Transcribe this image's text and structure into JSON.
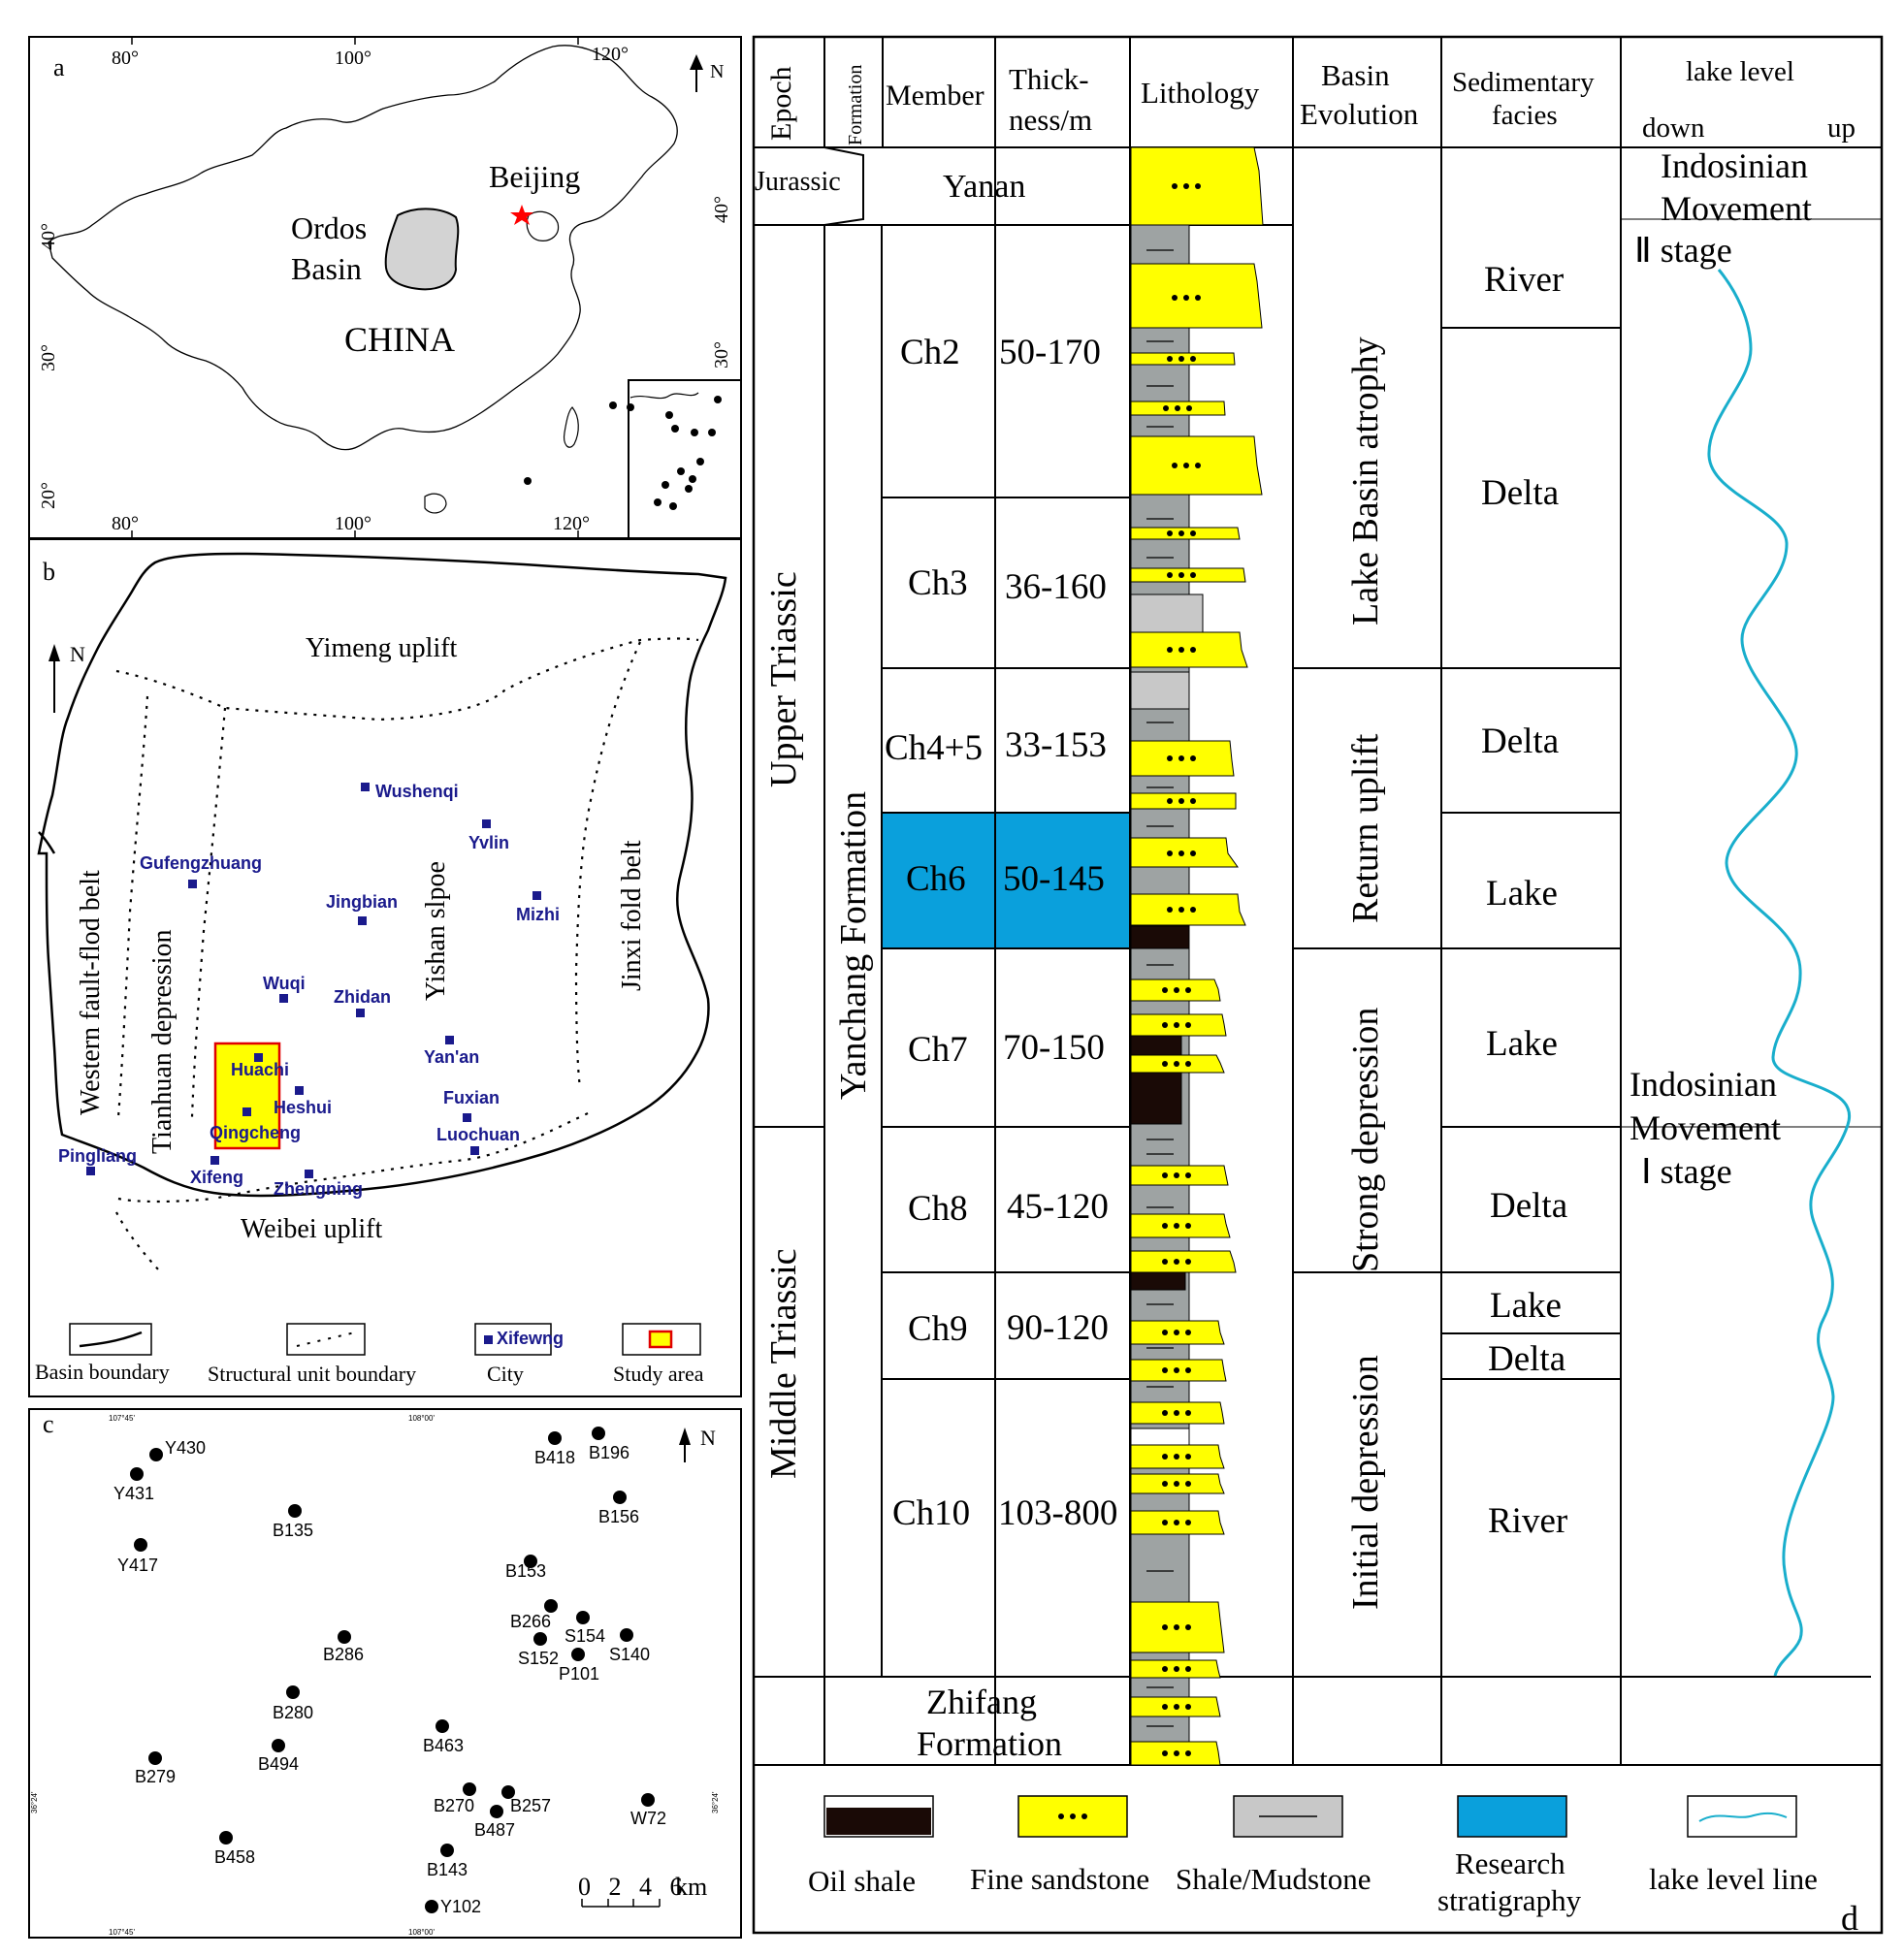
{
  "colors": {
    "sand": "#ffff00",
    "shale": "#9ea3a3",
    "shale_light": "#c8c8c8",
    "oil": "#1a0a06",
    "research": "#0aa0dc",
    "lake": "#19aecc",
    "city": "#1a1a8c",
    "star": "#ff0000"
  },
  "panel_a": {
    "letter": "a",
    "lon_labels_top": [
      "80°",
      "100°",
      "120°"
    ],
    "lon_labels_bottom": [
      "80°",
      "100°",
      "120°"
    ],
    "lat_labels_left": [
      "40°",
      "30°",
      "20°"
    ],
    "lat_labels_right": [
      "40°",
      "30°"
    ],
    "north": "N",
    "basin_name_line1": "Ordos",
    "basin_name_line2": "Basin",
    "capital": "Beijing",
    "country": "CHINA"
  },
  "panel_b": {
    "letter": "b",
    "north": "N",
    "units": {
      "yimeng": "Yimeng uplift",
      "weibei": "Weibei uplift",
      "western": "Western fault-flod belt",
      "tianhuan": "Tianhuan depression",
      "yishan": "Yishan slpoe",
      "jinxi": "Jinxi fold belt"
    },
    "cities": [
      "Wushenqi",
      "Yvlin",
      "Gufengzhuang",
      "Jingbian",
      "Mizhi",
      "Wuqi",
      "Zhidan",
      "Yan'an",
      "Huachi",
      "Heshui",
      "Qingcheng",
      "Fuxian",
      "Luochuan",
      "Pingliang",
      "Xifeng",
      "Zhengning"
    ],
    "legend": {
      "basin": "Basin boundary",
      "struct": "Structural unit boundary",
      "city": "City",
      "city_sample": "Xifewng",
      "study": "Study area"
    }
  },
  "panel_c": {
    "letter": "c",
    "north": "N",
    "wells": [
      "Y430",
      "Y431",
      "Y417",
      "B135",
      "B418",
      "B196",
      "B156",
      "B153",
      "B266",
      "S154",
      "S140",
      "S152",
      "P101",
      "B286",
      "B280",
      "B494",
      "B279",
      "B463",
      "B270",
      "B257",
      "B487",
      "W72",
      "B458",
      "B143",
      "Y102"
    ],
    "coords": {
      "top_left": "107°45'",
      "top_right": "108°00'",
      "bottom_left": "107°45'",
      "bottom_right": "108°00'",
      "right_mid": "36°24'",
      "left_mid": "36°24'"
    },
    "scale_numbers": "0 2 4 6",
    "scale_unit": "km"
  },
  "panel_d": {
    "letter": "d",
    "headers": {
      "epoch": "Epoch",
      "formation": "Formation",
      "member": "Member",
      "thick1": "Thick-",
      "thick2": "ness/m",
      "lithology": "Lithology",
      "basin1": "Basin",
      "basin2": "Evolution",
      "facies1": "Sedimentary",
      "facies2": "facies",
      "lake1": "lake  level",
      "lake_down": "down",
      "lake_up": "up"
    },
    "epochs": {
      "jurassic": "Jurassic",
      "upper": "Upper Triassic",
      "middle": "Middle Triassic"
    },
    "formations": {
      "yanan": "Yanan",
      "yanchang": "Yanchang  Formation",
      "zhifang1": "Zhifang",
      "zhifang2": "Formation"
    },
    "members": [
      {
        "name": "Ch2",
        "thickness": "50-170"
      },
      {
        "name": "Ch3",
        "thickness": "36-160"
      },
      {
        "name": "Ch4+5",
        "thickness": "33-153"
      },
      {
        "name": "Ch6",
        "thickness": "50-145"
      },
      {
        "name": "Ch7",
        "thickness": "70-150"
      },
      {
        "name": "Ch8",
        "thickness": "45-120"
      },
      {
        "name": "Ch9",
        "thickness": "90-120"
      },
      {
        "name": "Ch10",
        "thickness": "103-800"
      }
    ],
    "basin_evolution": [
      "Lake Basin atrophy",
      "Return uplift",
      "Strong depression",
      "Initial depression"
    ],
    "facies": [
      "River",
      "Delta",
      "Delta",
      "Lake",
      "Lake",
      "Delta",
      "Lake",
      "Delta",
      "River"
    ],
    "movement2": {
      "l1": "Indosinian",
      "l2": "Movement",
      "l3": "Ⅱ  stage"
    },
    "movement1": {
      "l1": "Indosinian",
      "l2": "Movement",
      "l3": "Ⅰ  stage"
    },
    "legend": {
      "oil": "Oil shale",
      "sand": "Fine sandstone",
      "shale": "Shale/Mudstone",
      "research1": "Research",
      "research2": "stratigraphy",
      "lakeline": "lake level line"
    }
  }
}
